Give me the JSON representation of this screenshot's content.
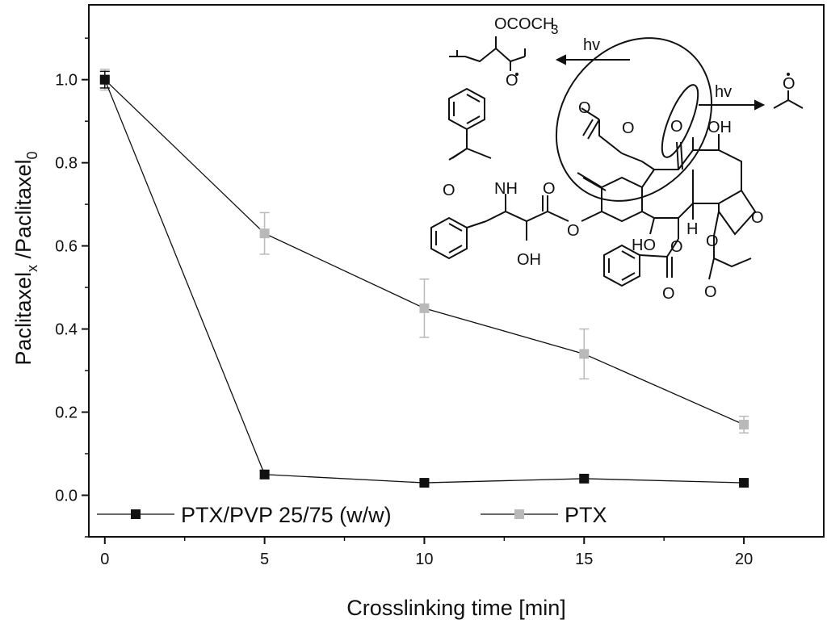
{
  "chart_data": {
    "type": "line",
    "title": "",
    "xlabel": "Crosslinking time [min]",
    "ylabel": {
      "parts": [
        "Paclitaxel",
        "x",
        " /Paclitaxel",
        "0"
      ]
    },
    "xlim": [
      -0.5,
      22.5
    ],
    "ylim": [
      -0.1,
      1.18
    ],
    "x_ticks": [
      0,
      5,
      10,
      15,
      20
    ],
    "x_tick_labels": [
      "0",
      "5",
      "10",
      "15",
      "20"
    ],
    "x_minor_ticks": [
      2.5,
      7.5,
      12.5,
      17.5
    ],
    "y_ticks": [
      0.0,
      0.2,
      0.4,
      0.6,
      0.8,
      1.0
    ],
    "y_tick_labels": [
      "0.0",
      "0.2",
      "0.4",
      "0.6",
      "0.8",
      "1.0"
    ],
    "y_minor_ticks": [
      -0.1,
      0.1,
      0.3,
      0.5,
      0.7,
      0.9,
      1.1
    ],
    "grid": false,
    "legend_position": "bottom",
    "series": [
      {
        "name": "PTX/PVP 25/75 (w/w)",
        "color": "#111111",
        "marker": "square",
        "x": [
          0,
          5,
          10,
          15,
          20
        ],
        "y": [
          1.0,
          0.05,
          0.03,
          0.04,
          0.03
        ],
        "err": [
          0.02,
          0.01,
          0.006,
          0.007,
          0.006
        ]
      },
      {
        "name": "PTX",
        "color": "#b9b9b9",
        "marker": "square",
        "x": [
          0,
          5,
          10,
          15,
          20
        ],
        "y": [
          1.0,
          0.63,
          0.45,
          0.34,
          0.17
        ],
        "err": [
          0.025,
          0.05,
          0.07,
          0.06,
          0.02
        ]
      }
    ]
  },
  "structure": {
    "label_ococh3": "OCOCH",
    "label_ococh3_sub": "3",
    "label_o_dot_left": "O",
    "label_hv_left": "hv",
    "label_hv_right": "hv",
    "label_o_dot_right": "O",
    "label_oh_top": "OH",
    "label_o_ketone": "O",
    "label_o_acetate": "O",
    "label_nh": "NH",
    "label_o_amide": "O",
    "label_o_ester": "O",
    "label_o_ester_link": "O",
    "label_oh_side": "OH",
    "label_ho": "HO",
    "label_h": "H",
    "label_o_benzoate": "O",
    "label_o_benzoyl": "O",
    "label_o_oxetane": "O",
    "label_o_acetyl": "O",
    "label_o_acetyl2": "O"
  }
}
